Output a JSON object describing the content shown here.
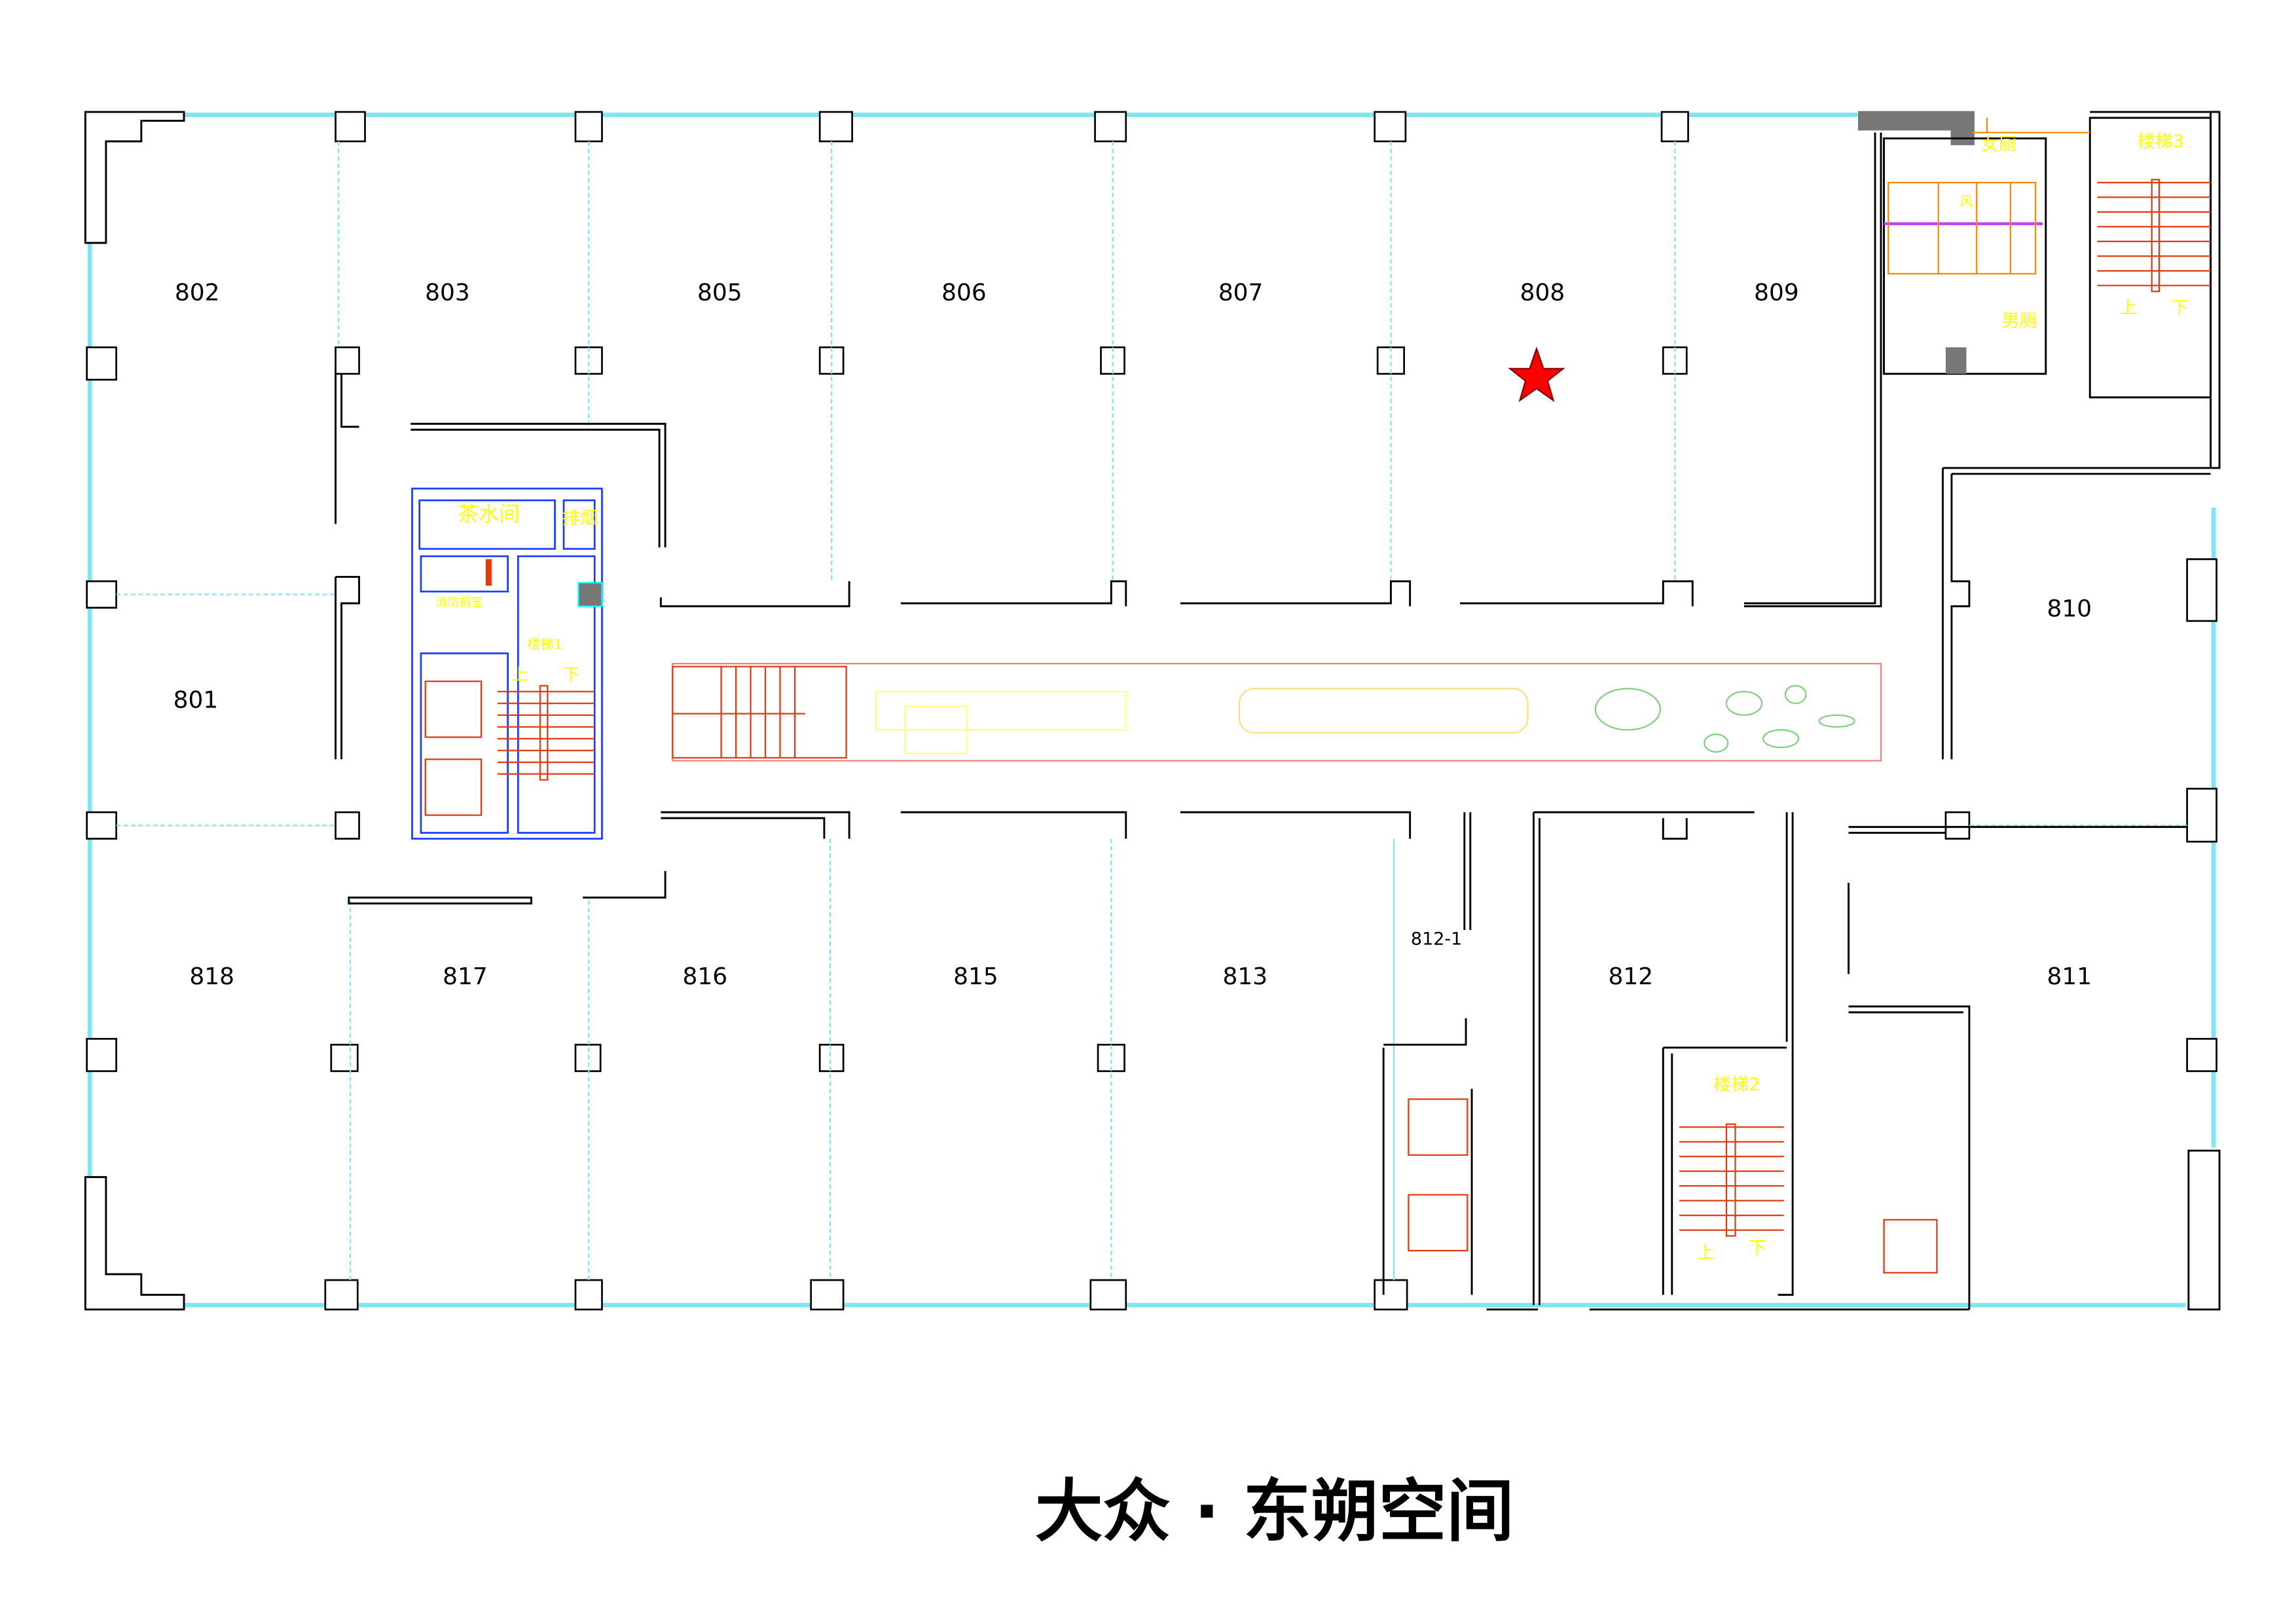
{
  "title": "大众 · 东朔空间",
  "rooms": {
    "r802": "802",
    "r803": "803",
    "r805": "805",
    "r806": "806",
    "r807": "807",
    "r808": "808",
    "r809": "809",
    "r810": "810",
    "r801": "801",
    "r818": "818",
    "r817": "817",
    "r816": "816",
    "r815": "815",
    "r813": "813",
    "r812_1": "812-1",
    "r812": "812",
    "r811": "811"
  },
  "facilities": {
    "tea_room": "茶水间",
    "smoke_exhaust": "排烟",
    "fire_lobby": "消防前室",
    "stair1": "楼梯1",
    "stair2": "楼梯2",
    "stair3": "楼梯3",
    "womens_wc": "女厕",
    "mens_wc": "男厕",
    "wind": "风",
    "up": "上",
    "down": "下"
  },
  "marker": {
    "icon": "star-icon",
    "room": "808",
    "color": "#ff0000"
  },
  "colors": {
    "wall": "#000000",
    "glass": "#7fe6f0",
    "core": "#1a3cff",
    "stair": "#e03a10",
    "label": "#ffff00"
  }
}
